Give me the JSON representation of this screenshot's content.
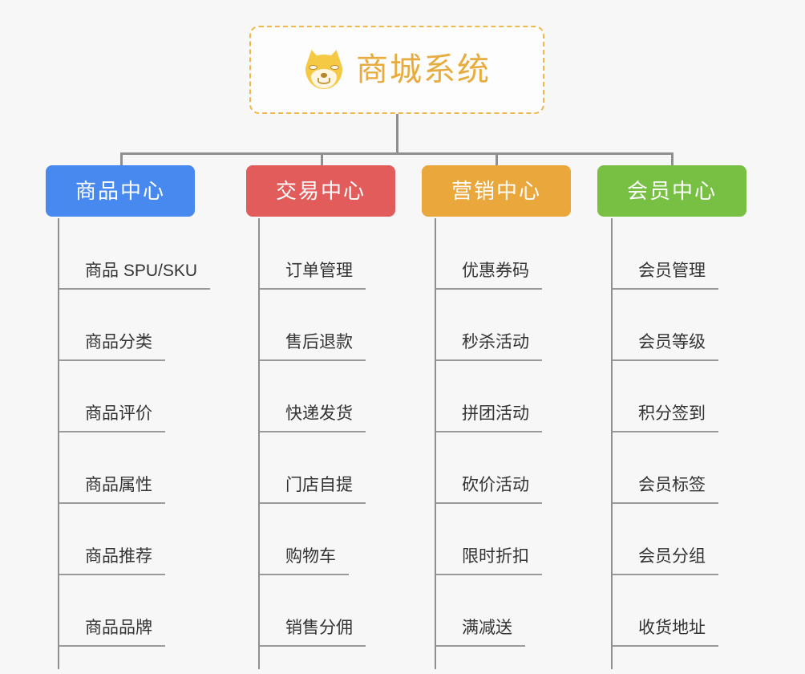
{
  "root": {
    "title": "商城系统",
    "icon": "shiba-inu-icon",
    "border_color": "#f0b84a",
    "title_color": "#e8ab3e",
    "background": "#fdfdfd"
  },
  "canvas": {
    "background": "#f7f7f7",
    "connector_color": "#8f8f8f"
  },
  "branches": [
    {
      "label": "商品中心",
      "color": "#4889f0",
      "items": [
        "商品 SPU/SKU",
        "商品分类",
        "商品评价",
        "商品属性",
        "商品推荐",
        "商品品牌"
      ]
    },
    {
      "label": "交易中心",
      "color": "#e25c5c",
      "items": [
        "订单管理",
        "售后退款",
        "快递发货",
        "门店自提",
        "购物车",
        "销售分佣"
      ]
    },
    {
      "label": "营销中心",
      "color": "#eaa73c",
      "items": [
        "优惠券码",
        "秒杀活动",
        "拼团活动",
        "砍价活动",
        "限时折扣",
        "满减送"
      ]
    },
    {
      "label": "会员中心",
      "color": "#78c043",
      "items": [
        "会员管理",
        "会员等级",
        "积分签到",
        "会员标签",
        "会员分组",
        "收货地址"
      ]
    }
  ]
}
